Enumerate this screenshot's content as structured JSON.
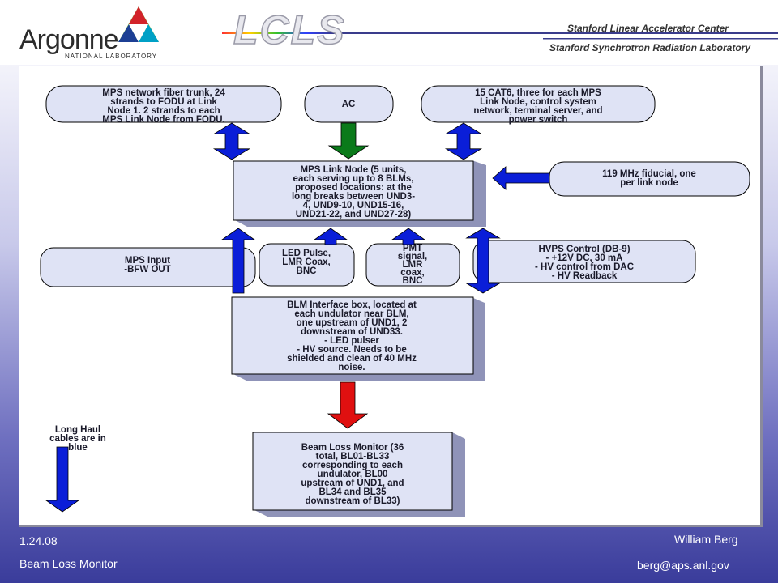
{
  "header": {
    "logo_name": "Argonne",
    "logo_sub": "NATIONAL LABORATORY",
    "project_logo": "LCLS",
    "lab1": "Stanford Linear Accelerator Center",
    "lab2": "Stanford Synchrotron Radiation Laboratory"
  },
  "footer": {
    "date": "1.24.08",
    "title": "Beam Loss Monitor",
    "author": "William Berg",
    "email": "berg@aps.anl.gov"
  },
  "diagram": {
    "nodes": {
      "fiber": [
        "MPS network fiber trunk, 24",
        "strands to FODU at Link",
        "Node 1.  2 strands to each",
        "MPS Link Node from FODU."
      ],
      "ac": [
        "AC"
      ],
      "cat6": [
        "15 CAT6, three for each MPS",
        "Link Node, control system",
        "network, terminal server, and",
        "power switch"
      ],
      "link_node": [
        "MPS Link Node (5 units,",
        "each serving up to 8 BLMs,",
        "proposed locations: at the",
        "long breaks between UND3-",
        "4, UND9-10, UND15-16,",
        "UND21-22, and UND27-28)"
      ],
      "fiducial": [
        "119 MHz fiducial, one",
        "per link node"
      ],
      "mps_input": [
        "MPS Input",
        "-BFW OUT"
      ],
      "led": [
        "LED Pulse,",
        "LMR Coax,",
        "BNC"
      ],
      "pmt": [
        "PMT",
        "signal,",
        "LMR",
        "coax,",
        "BNC"
      ],
      "hvps": [
        "HVPS Control (DB-9)",
        "-  +12V DC, 30 mA",
        "- HV control from DAC",
        "-  HV Readback"
      ],
      "blm_box": [
        "BLM Interface box, located at",
        "each undulator near BLM,",
        "one upstream of UND1, 2",
        "downstream of UND33.",
        "-  LED pulser",
        "-  HV source.  Needs to be",
        "shielded and clean of 40 MHz",
        "noise."
      ],
      "blm": [
        "Beam Loss Monitor (36",
        "total, BL01-BL33",
        "corresponding to each",
        "undulator, BL00",
        "upstream of UND1, and",
        "BL34 and BL35",
        "downstream of BL33)"
      ],
      "legend": [
        "Long Haul",
        "cables are in",
        "blue"
      ]
    },
    "colors": {
      "blue": "#0a1ed8",
      "green": "#0a7a1a",
      "red": "#e01010",
      "box_fill": "#dfe3f5",
      "shadow": "#8f93b8"
    }
  }
}
